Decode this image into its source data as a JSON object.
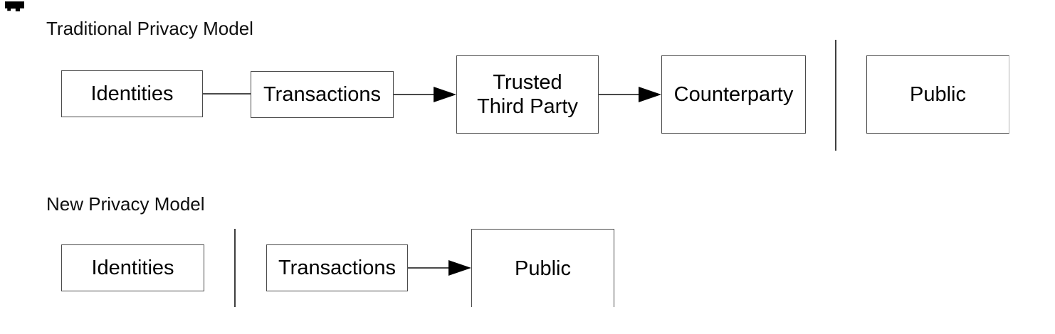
{
  "diagram": {
    "background": "#ffffff",
    "box_border_color": "#4a4a4a",
    "line_color": "#4a4a4a",
    "arrowhead_color": "#000000",
    "text_color": "#000000",
    "corner_artifact": "clipped black text fragment at top-left corner",
    "traditional": {
      "title": "Traditional Privacy Model",
      "boxes": [
        {
          "label": "Identities"
        },
        {
          "label": "Transactions"
        },
        {
          "lines": [
            "Trusted",
            "Third Party"
          ]
        },
        {
          "label": "Counterparty"
        },
        {
          "label": "Public"
        }
      ],
      "connections": [
        {
          "from": "Identities",
          "to": "Transactions",
          "type": "line"
        },
        {
          "from": "Transactions",
          "to": "Trusted Third Party",
          "type": "arrow"
        },
        {
          "from": "Trusted Third Party",
          "to": "Counterparty",
          "type": "arrow"
        },
        {
          "divider_between": [
            "Counterparty",
            "Public"
          ],
          "type": "divider"
        }
      ]
    },
    "new": {
      "title": "New Privacy Model",
      "boxes": [
        {
          "label": "Identities"
        },
        {
          "label": "Transactions"
        },
        {
          "label": "Public"
        }
      ],
      "connections": [
        {
          "divider_between": [
            "Identities",
            "Transactions"
          ],
          "type": "divider"
        },
        {
          "from": "Transactions",
          "to": "Public",
          "type": "arrow"
        }
      ]
    }
  }
}
